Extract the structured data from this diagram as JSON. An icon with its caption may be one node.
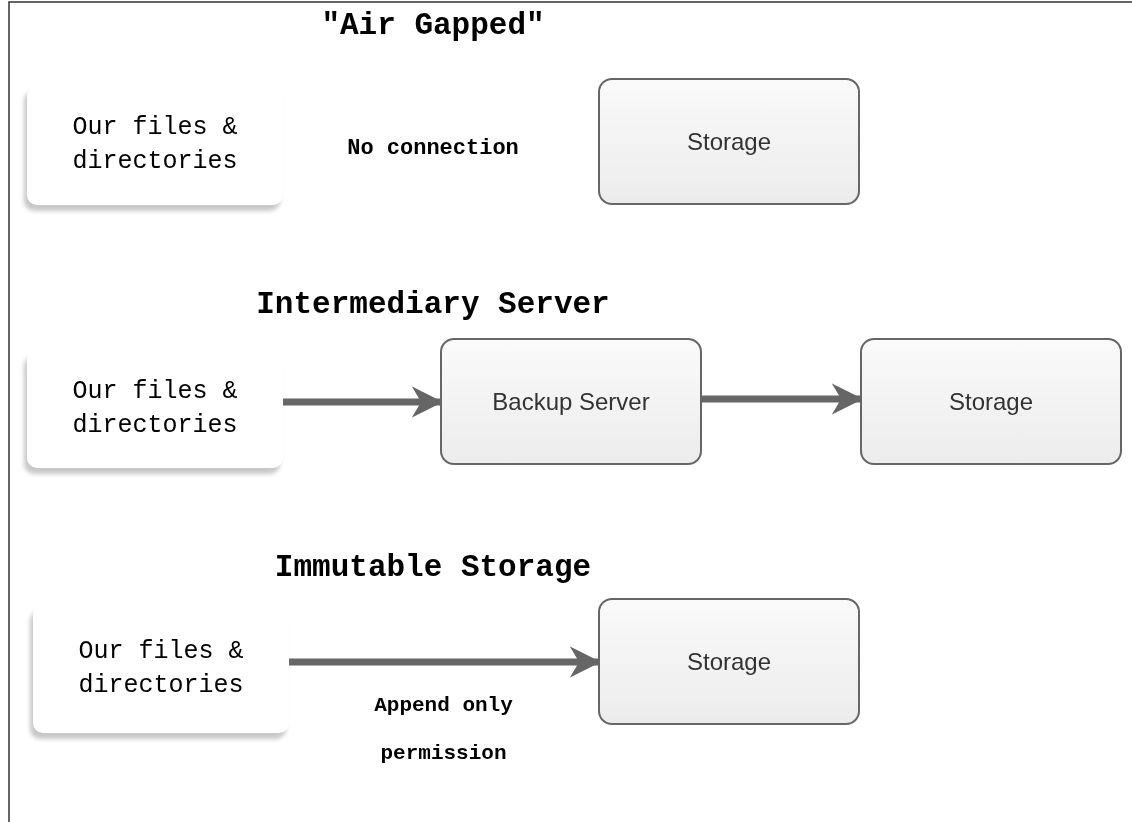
{
  "diagram": {
    "nodes": [
      {
        "text": [
          "Our files & directories"
        ]
      },
      {
        "text": [
          "Storage"
        ]
      },
      {
        "text": [
          "Our files & directories"
        ]
      },
      {
        "text": [
          "Backup Server"
        ]
      },
      {
        "text": [
          "Storage"
        ]
      },
      {
        "text": [
          "Our files & directories"
        ]
      },
      {
        "text": [
          "Storage"
        ]
      }
    ],
    "edges": [
      {
        "from": 2,
        "to": 3,
        "arrow": "to"
      },
      {
        "from": 3,
        "to": 4,
        "arrow": "to"
      },
      {
        "from": 5,
        "to": 6,
        "arrow": "to",
        "label": "Append only permission"
      }
    ],
    "labels": [
      "\"Air Gapped\"",
      "No connection",
      "Intermediary Server",
      "Immutable Storage"
    ]
  }
}
